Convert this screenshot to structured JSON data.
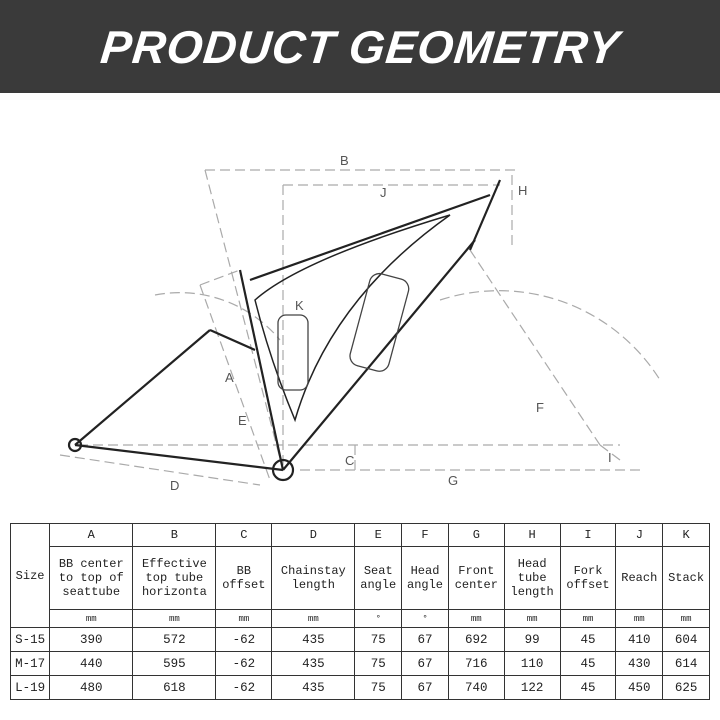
{
  "title": "PRODUCT GEOMETRY",
  "diagram_labels": {
    "A": "A",
    "B": "B",
    "C": "C",
    "D": "D",
    "E": "E",
    "F": "F",
    "G": "G",
    "H": "H",
    "I": "I",
    "J": "J",
    "K": "K"
  },
  "table": {
    "size_header": "Size",
    "letters": [
      "A",
      "B",
      "C",
      "D",
      "E",
      "F",
      "G",
      "H",
      "I",
      "J",
      "K"
    ],
    "labels": [
      [
        "BB center",
        "to top of",
        "seattube"
      ],
      [
        "Effective",
        "top tube",
        "horizonta"
      ],
      [
        "BB",
        "offset"
      ],
      [
        "Chainstay",
        "length"
      ],
      [
        "Seat",
        "angle"
      ],
      [
        "Head",
        "angle"
      ],
      [
        "Front",
        "center"
      ],
      [
        "Head",
        "tube",
        "length"
      ],
      [
        "Fork",
        "offset"
      ],
      [
        "Reach"
      ],
      [
        "Stack"
      ]
    ],
    "units": [
      "mm",
      "mm",
      "mm",
      "mm",
      "°",
      "°",
      "mm",
      "mm",
      "mm",
      "mm",
      "mm"
    ],
    "rows": [
      {
        "size": "S-15",
        "values": [
          "390",
          "572",
          "-62",
          "435",
          "75",
          "67",
          "692",
          "99",
          "45",
          "410",
          "604"
        ]
      },
      {
        "size": "M-17",
        "values": [
          "440",
          "595",
          "-62",
          "435",
          "75",
          "67",
          "716",
          "110",
          "45",
          "430",
          "614"
        ]
      },
      {
        "size": "L-19",
        "values": [
          "480",
          "618",
          "-62",
          "435",
          "75",
          "67",
          "740",
          "122",
          "45",
          "450",
          "625"
        ]
      }
    ]
  }
}
